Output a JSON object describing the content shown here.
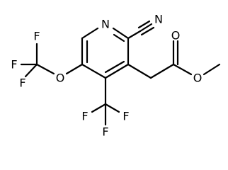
{
  "structure": {
    "atoms": {
      "ring_n": "N",
      "nitrile_n": "N",
      "carbonyl_o": "O",
      "ester_o": "O",
      "ether_o": "O",
      "ocf3_f1": "F",
      "ocf3_f2": "F",
      "ocf3_f3": "F",
      "cf3_f1": "F",
      "cf3_f2": "F",
      "cf3_f3": "F"
    }
  }
}
